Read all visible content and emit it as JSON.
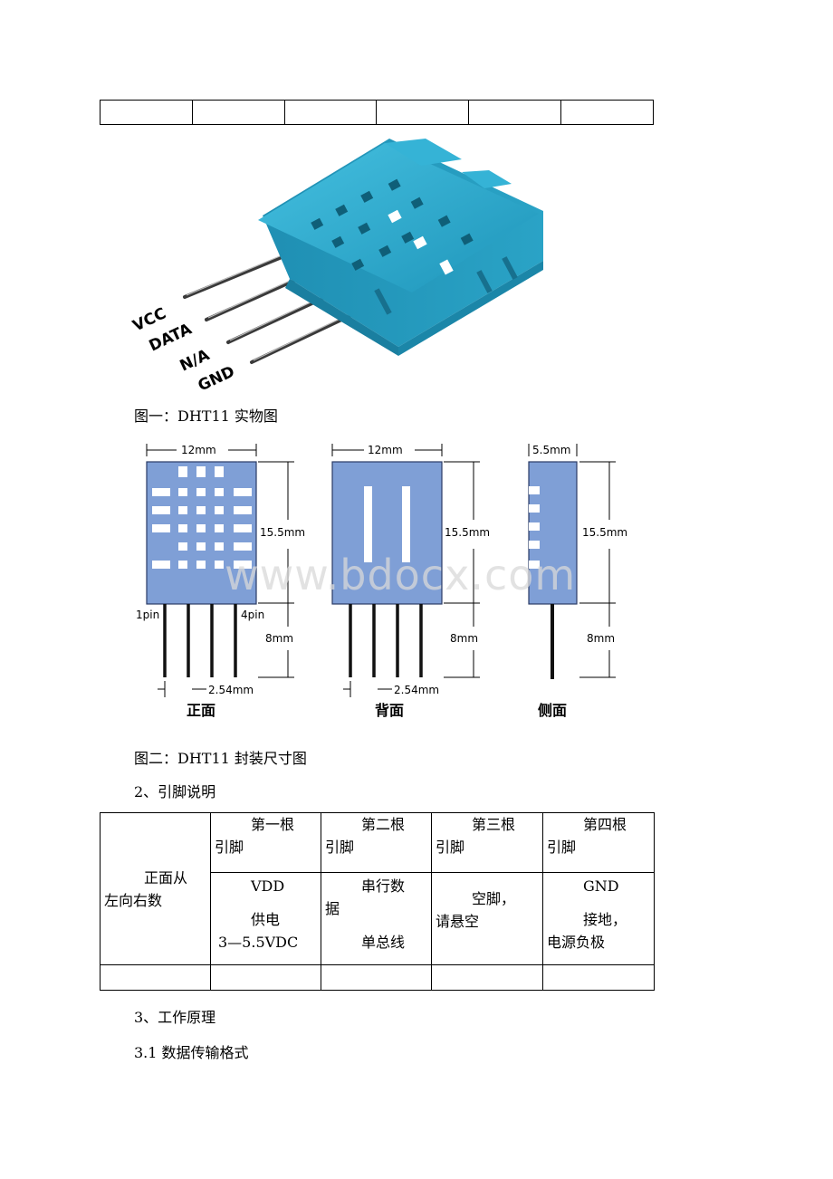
{
  "figure1": {
    "pin_labels": [
      "VCC",
      "DATA",
      "N/A",
      "GND"
    ],
    "caption": "图一：DHT11 实物图",
    "sensor_color": "#29a6c8"
  },
  "figure2": {
    "width_label_front": "12mm",
    "width_label_back": "12mm",
    "width_label_side": "5.5mm",
    "height_label": "15.5mm",
    "pin_length_label": "8mm",
    "pitch_label": "2.54mm",
    "pin1_label": "1pin",
    "pin4_label": "4pin",
    "view_front": "正面",
    "view_back": "背面",
    "view_side": "侧面",
    "body_color": "#7f9fd6",
    "watermark": "www.bdocx.com",
    "caption": "图二：DHT11 封装尺寸图"
  },
  "section2": {
    "title": "2、引脚说明"
  },
  "pin_table": {
    "row_header": [
      "正面从",
      "左向右数"
    ],
    "pins": [
      {
        "name": [
          "第一根",
          "引脚"
        ],
        "desc": [
          "VDD",
          "供电",
          "3—5.5VDC"
        ]
      },
      {
        "name": [
          "第二根",
          "引脚"
        ],
        "desc": [
          "串行数",
          "据",
          "单总线"
        ]
      },
      {
        "name": [
          "第三根",
          "引脚"
        ],
        "desc": [
          "空脚，",
          "请悬空"
        ]
      },
      {
        "name": [
          "第四根",
          "引脚"
        ],
        "desc": [
          "GND",
          "接地，",
          "电源负极"
        ]
      }
    ]
  },
  "section3": {
    "title": "3、工作原理"
  },
  "section3_1": {
    "title": "3.1 数据传输格式"
  }
}
